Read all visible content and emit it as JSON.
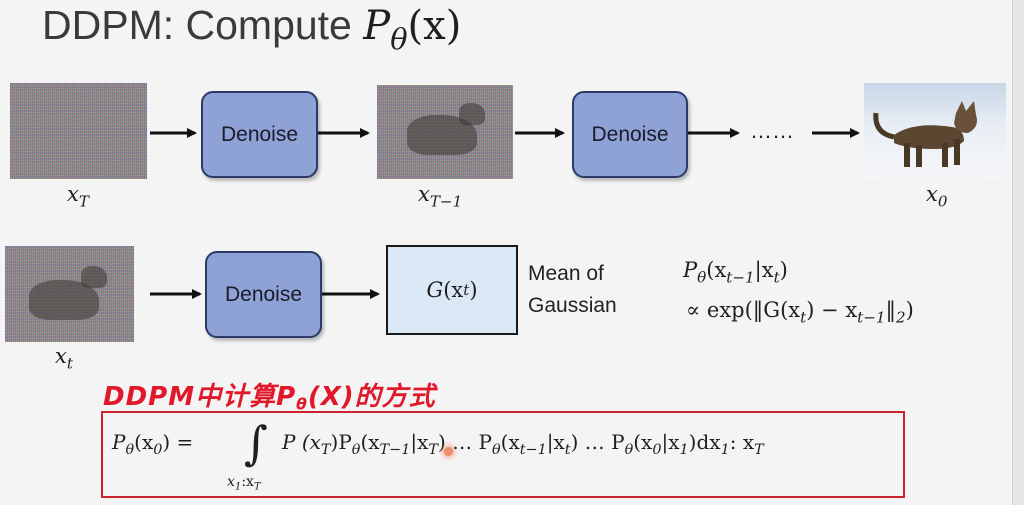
{
  "title": {
    "text": "DDPM: Compute ",
    "math_symbol": "P",
    "math_sub": "θ",
    "math_arg": "(x)"
  },
  "row1": {
    "label_xT": {
      "var": "x",
      "sub": "T"
    },
    "denoise1": "Denoise",
    "label_xT1": {
      "var": "x",
      "sub": "T−1"
    },
    "denoise2": "Denoise",
    "dots": "……",
    "label_x0": {
      "var": "x",
      "sub": "0"
    }
  },
  "row2": {
    "label_xt": {
      "var": "x",
      "sub": "t"
    },
    "denoise": "Denoise",
    "g_box": {
      "var": "G",
      "arg": "(x",
      "sub": "t",
      "close": ")"
    },
    "mean_line1": "Mean of",
    "mean_line2": "Gaussian",
    "prob_line1": "P",
    "prob_line1_sub": "θ",
    "prob_line1_rest": "(x",
    "prob_line1_sub2": "t−1",
    "prob_line1_tail": "|x",
    "prob_line1_sub3": "t",
    "prob_line1_end": ")",
    "prob_line2": "∝ exp(‖G(x",
    "prob_line2_sub": "t",
    "prob_line2_mid": ")  − x",
    "prob_line2_sub2": "t−1",
    "prob_line2_end": "‖",
    "prob_line2_sub3": "2",
    "prob_line2_close": ")"
  },
  "annotation": {
    "text": "DDPM中计算P",
    "sub": "θ",
    "tail": "(X)的方式",
    "color": "#e0182a"
  },
  "formula": {
    "lhs": "P",
    "lhs_sub": "θ",
    "lhs_arg": "(x",
    "lhs_arg_sub": "0",
    "lhs_close": ") =",
    "integral": "∫",
    "limits_a": "x",
    "limits_a_sub": "1",
    "limits_sep": ":x",
    "limits_b_sub": "T",
    "body": "P (x",
    "body_s1": "T",
    "body_t1": ")P",
    "body_s2": "θ",
    "body_t2": "(x",
    "body_s3": "T−1",
    "body_t3": "|x",
    "body_s4": "T",
    "body_t4": ") … P",
    "body_s5": "θ",
    "body_t5": "(x",
    "body_s6": "t−1",
    "body_t6": "|x",
    "body_s7": "t",
    "body_t7": ") … P",
    "body_s8": "θ",
    "body_t8": "(x",
    "body_s9": "0",
    "body_t9": "|x",
    "body_s10": "1",
    "body_t10": ")dx",
    "body_s11": "1",
    "body_t11": ": x",
    "body_s12": "T"
  },
  "colors": {
    "denoise_fill": "#8ea2d6",
    "g_fill": "#dbe8f5",
    "frame": "#c9242f"
  }
}
